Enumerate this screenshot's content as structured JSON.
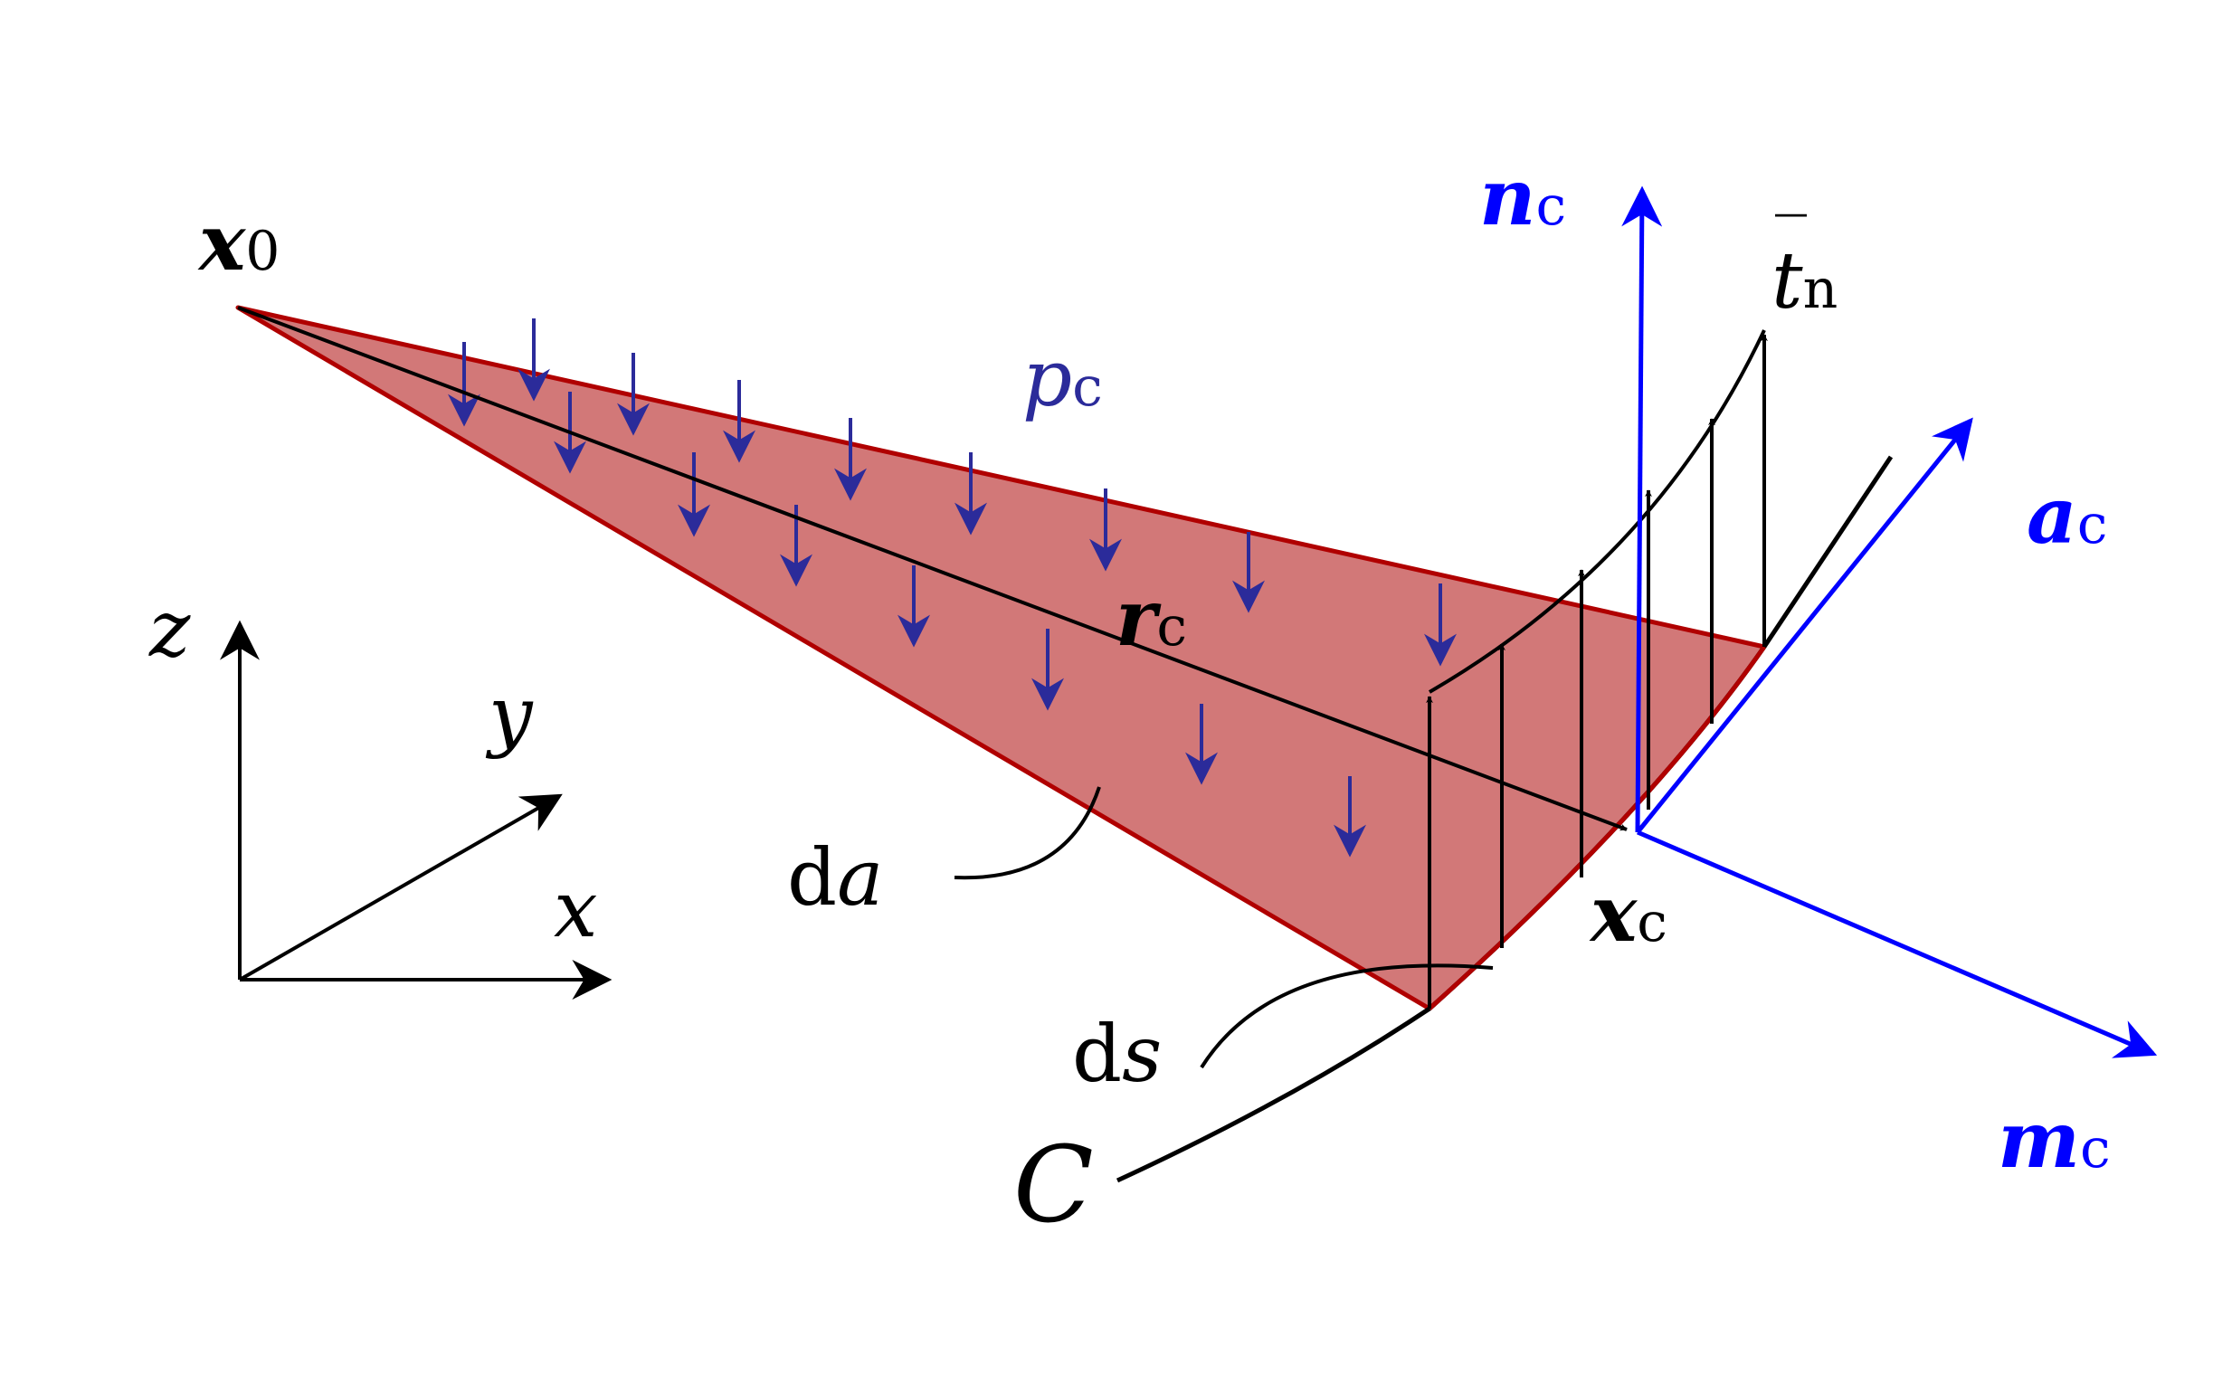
{
  "colors": {
    "black": "#000000",
    "blue": "#0000ff",
    "navy": "#2b2b9a",
    "region_fill": "#d27878",
    "region_edge": "#b00000"
  },
  "labels": {
    "x0": {
      "main": "x",
      "sub": "0"
    },
    "pc": {
      "main": "p",
      "sub": "c"
    },
    "rc": {
      "main": "r",
      "sub": "c"
    },
    "xc": {
      "main": "x",
      "sub": "c"
    },
    "nc": {
      "main": "n",
      "sub": "c"
    },
    "ac": {
      "main": "a",
      "sub": "c"
    },
    "mc": {
      "main": "m",
      "sub": "c"
    },
    "tn": {
      "main": "t",
      "sub": "n",
      "bar": "‾"
    },
    "da": {
      "d": "d",
      "var": "a"
    },
    "ds": {
      "d": "d",
      "var": "s"
    },
    "curve_C": "C",
    "axis_x": "x",
    "axis_y": "y",
    "axis_z": "z"
  }
}
